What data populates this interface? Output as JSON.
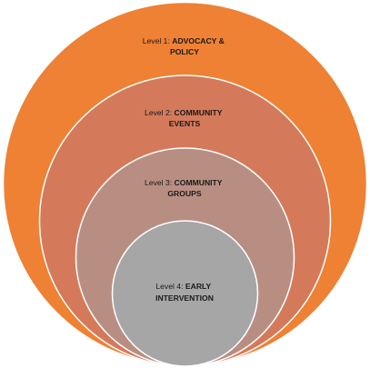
{
  "diagram": {
    "levels": [
      {
        "prefix": "Level 1: ",
        "name_line1": "ADVOCACY &",
        "name_line2": "POLICY",
        "color": "#EE8133"
      },
      {
        "prefix": "Level 2: ",
        "name_line1": "COMMUNITY",
        "name_line2": "EVENTS",
        "color": "#D47A5A"
      },
      {
        "prefix": "Level 3: ",
        "name_line1": "COMMUNITY",
        "name_line2": "GROUPS",
        "color": "#B98E82"
      },
      {
        "prefix": "Level 4: ",
        "name_line1": "EARLY",
        "name_line2": "INTERVENTION",
        "color": "#A6A6A6"
      }
    ]
  }
}
